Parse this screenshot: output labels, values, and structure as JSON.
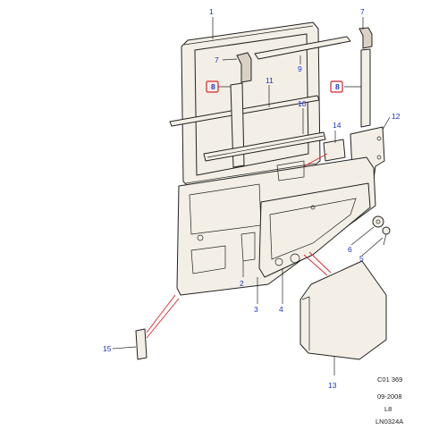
{
  "callouts": {
    "c1": "1",
    "c2": "2",
    "c3": "3",
    "c4": "4",
    "c5": "5",
    "c6": "6",
    "c7a": "7",
    "c7b": "7",
    "c8a": "8",
    "c8b": "8",
    "c9": "9",
    "c10": "10",
    "c11": "11",
    "c12": "12",
    "c13": "13",
    "c14": "14",
    "c15": "15"
  },
  "reference": {
    "line1": "C01 369",
    "line2": "09-2008",
    "line3": "L8",
    "line4": "LN0324A"
  },
  "colors": {
    "callout_text": "#1a34c8",
    "highlight": "#d9232a",
    "line": "#222222",
    "part_fill": "#f3efe6"
  }
}
